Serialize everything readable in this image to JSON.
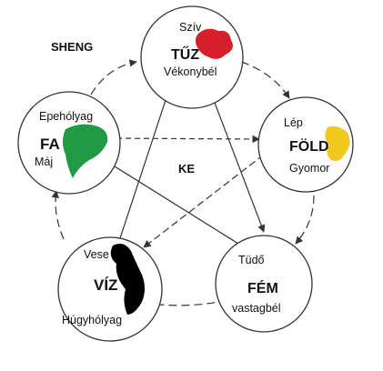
{
  "cycles": {
    "generating": "SHENG",
    "controlling": "KE"
  },
  "elements": {
    "fire": {
      "name": "TŰZ",
      "yin_organ": "Szív",
      "yang_organ": "Vékonybél",
      "color": "#d8202c"
    },
    "earth": {
      "name": "FÖLD",
      "yin_organ": "Lép",
      "yang_organ": "Gyomor",
      "color": "#f0c81e"
    },
    "metal": {
      "name": "FÉM",
      "yin_organ": "Tüdő",
      "yang_organ": "vastagbél",
      "color": ""
    },
    "water": {
      "name": "VÍZ",
      "yin_organ": "Vese",
      "yang_organ": "Húgyhólyag",
      "color": "#000000"
    },
    "wood": {
      "name": "FA",
      "yin_organ": "Máj",
      "yang_organ": "Epehólyag",
      "color": "#1f9a45"
    }
  },
  "colors": {
    "circle_stroke": "#333333",
    "arrow": "#333333"
  }
}
